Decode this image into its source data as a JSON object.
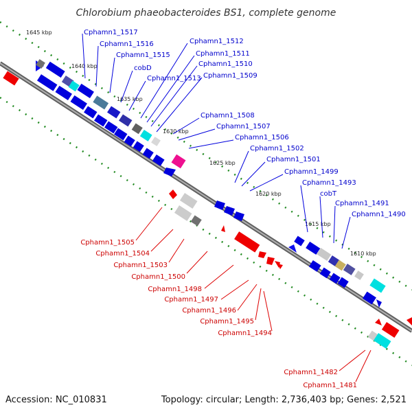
{
  "title": "Chlorobium phaeobacteroides BS1, complete genome",
  "footer": {
    "accession": "Accession: NC_010831",
    "summary": "Topology: circular; Length: 2,736,403 bp; Genes: 2,521"
  },
  "ticks": [
    "1645 kbp",
    "1640 kbp",
    "1635 kbp",
    "1630 kbp",
    "1625 kbp",
    "1620 kbp",
    "1615 kbp",
    "1610 kbp"
  ],
  "forward_labels": [
    "Cphamn1_1517",
    "Cphamn1_1516",
    "Cphamn1_1515",
    "cobD",
    "Cphamn1_1513",
    "Cphamn1_1512",
    "Cphamn1_1511",
    "Cphamn1_1510",
    "Cphamn1_1509",
    "Cphamn1_1508",
    "Cphamn1_1507",
    "Cphamn1_1506",
    "Cphamn1_1502",
    "Cphamn1_1501",
    "Cphamn1_1499",
    "Cphamn1_1493",
    "cobT",
    "Cphamn1_1491",
    "Cphamn1_1490"
  ],
  "reverse_labels": [
    "Cphamn1_1505",
    "Cphamn1_1504",
    "Cphamn1_1503",
    "Cphamn1_1500",
    "Cphamn1_1498",
    "Cphamn1_1497",
    "Cphamn1_1496",
    "Cphamn1_1495",
    "Cphamn1_1494",
    "Cphamn1_1482",
    "Cphamn1_1481"
  ],
  "colors": {
    "forward": "#0000cc",
    "reverse": "#cc0000",
    "backbone": "#808080",
    "ticks": "#228b22"
  }
}
